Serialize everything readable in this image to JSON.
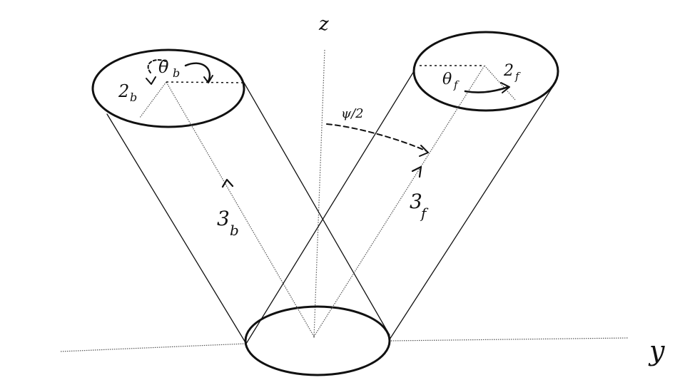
{
  "axes": {
    "z_label": "z",
    "y_label": "y"
  },
  "labels": {
    "theta_b": "θ",
    "theta_b_sub": "b",
    "theta_f": "θ",
    "theta_f_sub": "f",
    "two_b": "2",
    "two_b_sub": "b",
    "two_f": "2",
    "two_f_sub": "f",
    "three_b": "3",
    "three_b_sub": "b",
    "three_f": "3",
    "three_f_sub": "f",
    "psi_half": "ψ/2"
  },
  "colors": {
    "ink": "#111111",
    "light_ink": "#555555",
    "background": "#ffffff"
  }
}
